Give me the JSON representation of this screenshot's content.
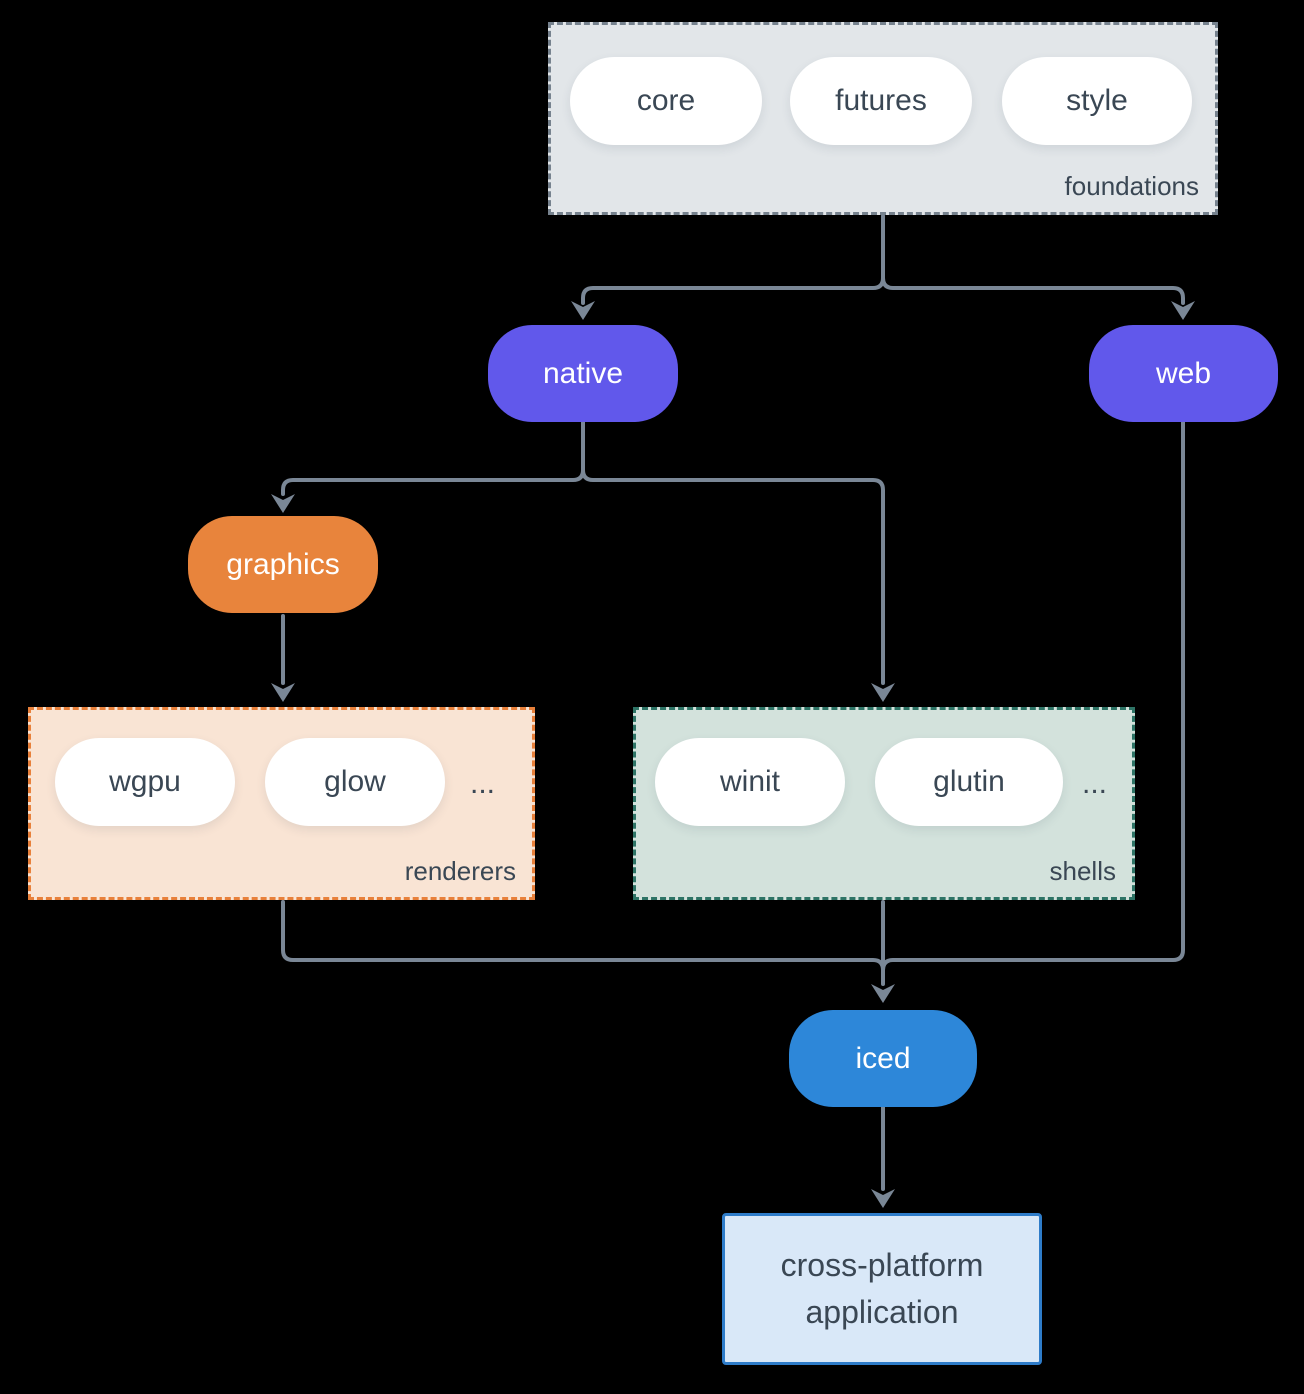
{
  "foundations": {
    "label": "foundations",
    "items": [
      "core",
      "futures",
      "style"
    ]
  },
  "renderers": {
    "label": "renderers",
    "items": [
      "wgpu",
      "glow"
    ],
    "more": "..."
  },
  "shells": {
    "label": "shells",
    "items": [
      "winit",
      "glutin"
    ],
    "more": "..."
  },
  "nodes": {
    "native": "native",
    "web": "web",
    "graphics": "graphics",
    "iced": "iced"
  },
  "app": {
    "line1": "cross-platform",
    "line2": "application"
  },
  "colors": {
    "bg": "#000000",
    "line": "#7A8796",
    "text-dark": "#3A4754",
    "purple": "#6158EB",
    "orange": "#E8843C",
    "blue": "#2D87D9",
    "foundations-fill": "#E2E6E9",
    "foundations-border": "#76828E",
    "renderers-fill": "#F9E4D4",
    "renderers-border": "#E8803A",
    "shells-fill": "#D3E2DC",
    "shells-border": "#2E7466",
    "app-fill": "#D9E8F8",
    "app-border": "#2E7CC9"
  }
}
